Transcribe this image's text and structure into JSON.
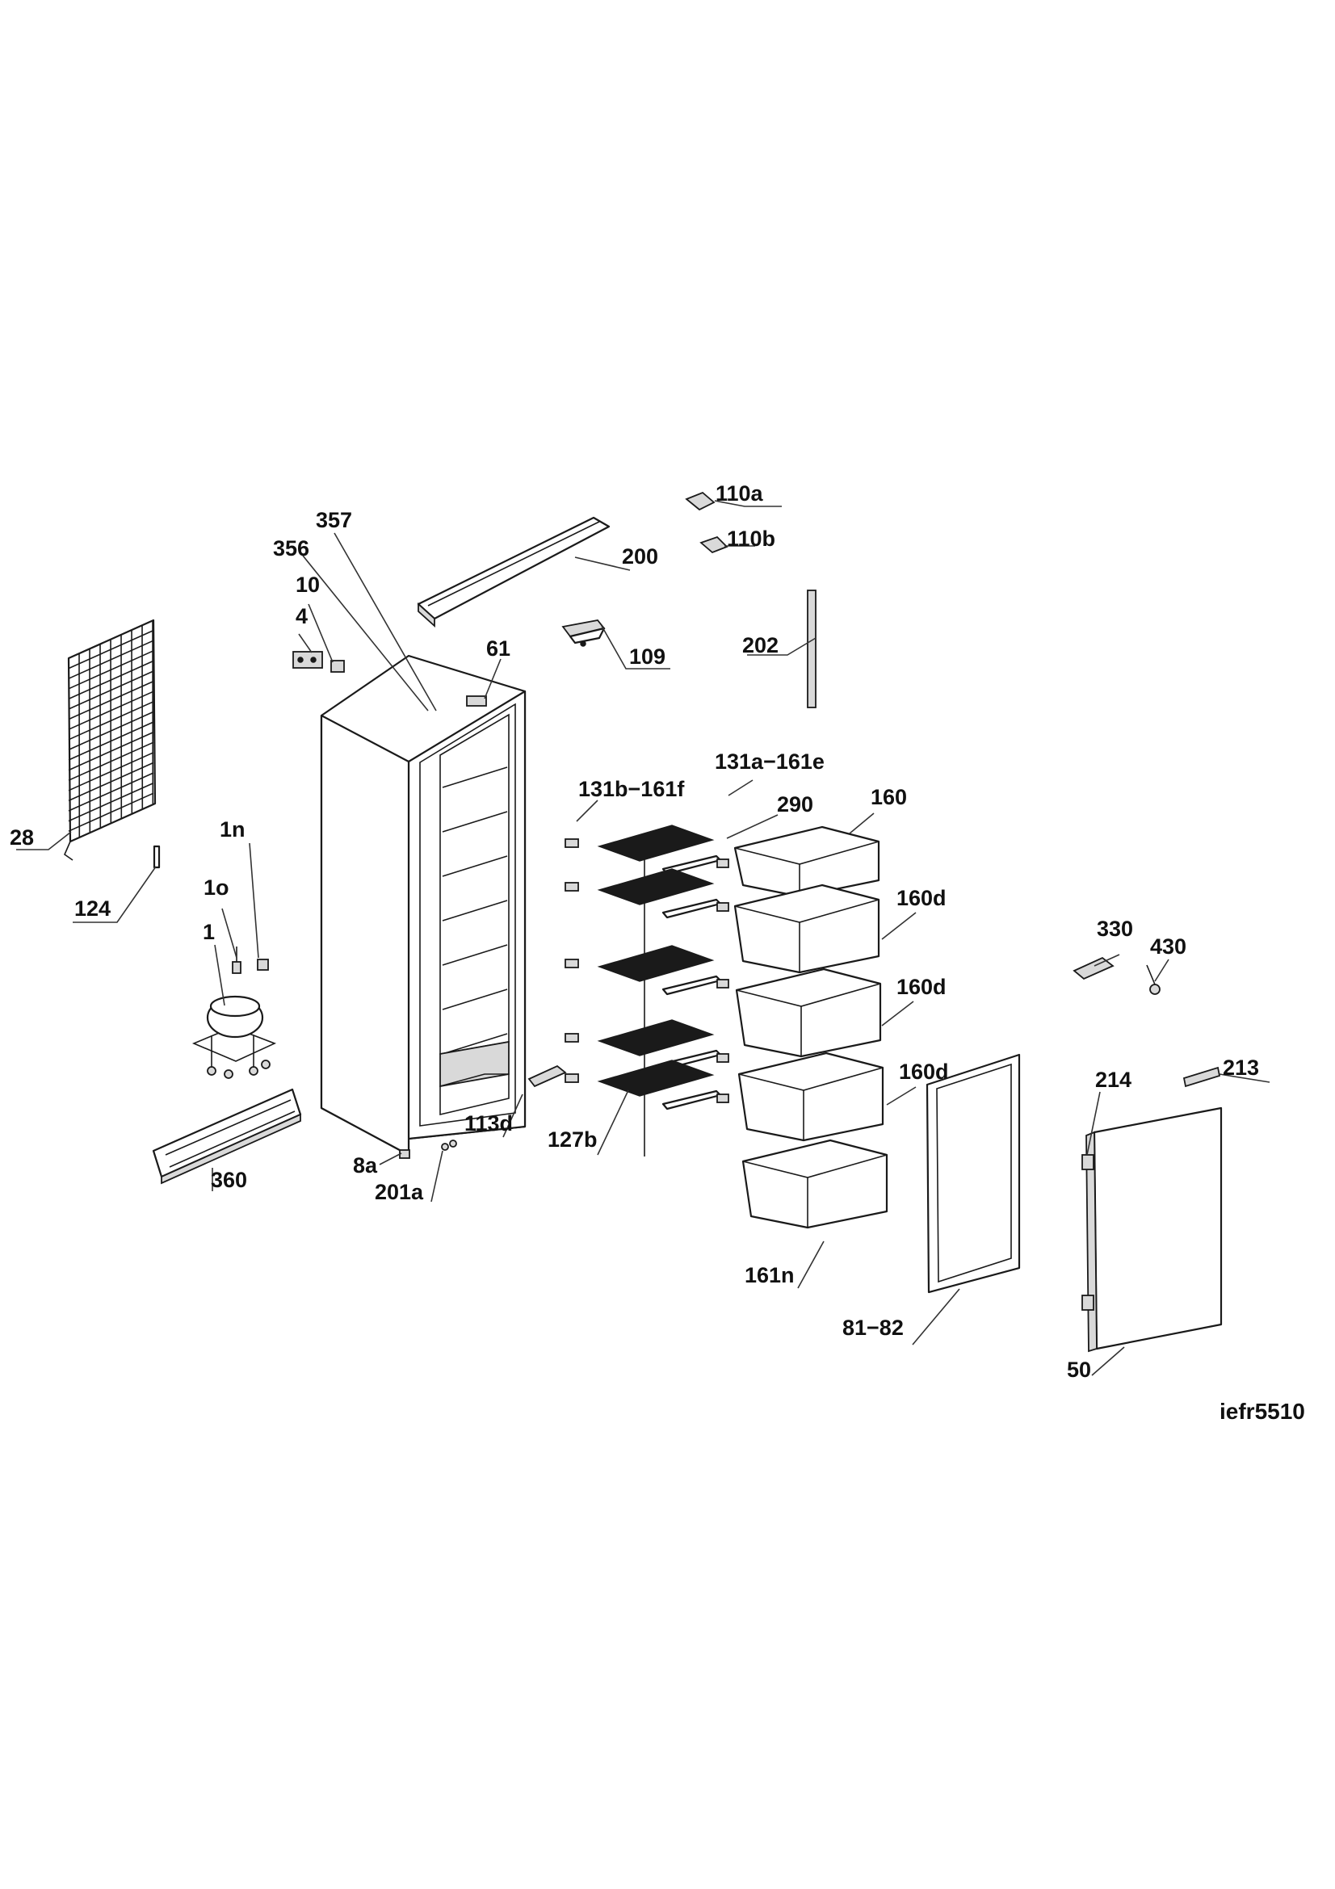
{
  "model_code": "iefr5510",
  "callouts": {
    "c110a": "110a",
    "c110b": "110b",
    "c357": "357",
    "c356": "356",
    "c200": "200",
    "c10": "10",
    "c4": "4",
    "c109": "109",
    "c202": "202",
    "c61": "61",
    "c131a161e": "131a−161e",
    "c131b161f": "131b−161f",
    "c290": "290",
    "c160": "160",
    "c28": "28",
    "c1n": "1n",
    "c124": "124",
    "c10o": "1o",
    "c1": "1",
    "c160d_1": "160d",
    "c330": "330",
    "c430": "430",
    "c160d_2": "160d",
    "c160d_3": "160d",
    "c213": "213",
    "c214": "214",
    "c113d": "113d",
    "c127b": "127b",
    "c360": "360",
    "c8a": "8a",
    "c201a": "201a",
    "c161n": "161n",
    "c8182": "81−82",
    "c50": "50"
  }
}
